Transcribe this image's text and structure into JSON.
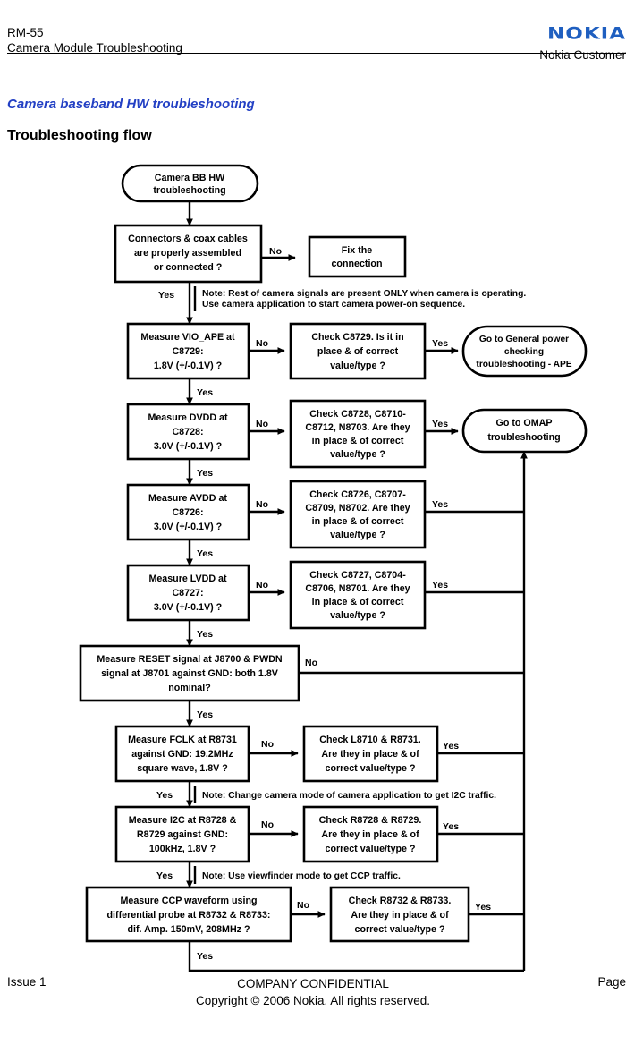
{
  "header": {
    "doc_code": "RM-55",
    "doc_title": "Camera Module Troubleshooting",
    "brand": "NOKIA",
    "org": "Nokia Customer"
  },
  "headings": {
    "section": "Camera baseband HW troubleshooting",
    "subsection": "Troubleshooting flow"
  },
  "colors": {
    "brand_blue": "#1f5fc0",
    "heading_blue": "#2340c4",
    "line": "#000000",
    "box_fill": "#ffffff"
  },
  "footer": {
    "issue": "Issue 1",
    "confidential": "COMPANY CONFIDENTIAL",
    "copyright": "Copyright © 2006 Nokia. All rights reserved.",
    "page": "Page"
  },
  "flow": {
    "start": {
      "line1": "Camera BB HW",
      "line2": "troubleshooting"
    },
    "terminals": [
      {
        "id": "gen-power",
        "lines": [
          "Go to General power",
          "checking",
          "troubleshooting - APE"
        ]
      },
      {
        "id": "omap",
        "lines": [
          "Go to OMAP",
          "troubleshooting"
        ]
      }
    ],
    "notes": [
      {
        "id": "note-signals",
        "lines": [
          "Note: Rest of camera signals are present ONLY when camera is operating.",
          "Use camera application to start camera power-on sequence."
        ]
      },
      {
        "id": "note-i2c",
        "lines": [
          "Note: Change camera mode of camera application to get I2C traffic."
        ]
      },
      {
        "id": "note-ccp",
        "lines": [
          "Note: Use viewfinder mode to get CCP traffic."
        ]
      }
    ],
    "edge_labels": {
      "yes": "Yes",
      "no": "No"
    },
    "rows": [
      {
        "id": "connectors",
        "measure": [
          "Connectors & coax cables",
          "are properly assembled",
          "or connected ?"
        ],
        "check": [
          "Fix the",
          "connection"
        ],
        "no_label": "No",
        "yes_label": "Yes"
      },
      {
        "id": "vio-ape",
        "measure": [
          "Measure VIO_APE at",
          "C8729:",
          "1.8V (+/-0.1V) ?"
        ],
        "check": [
          "Check C8729. Is it in",
          "place & of correct",
          "value/type ?"
        ],
        "no_label": "No",
        "yes_label": "Yes",
        "check_yes_label": "Yes"
      },
      {
        "id": "dvdd",
        "measure": [
          "Measure DVDD at",
          "C8728:",
          "3.0V (+/-0.1V) ?"
        ],
        "check": [
          "Check C8728, C8710-",
          "C8712, N8703. Are they",
          "in place & of correct",
          "value/type ?"
        ],
        "no_label": "No",
        "yes_label": "Yes",
        "check_yes_label": "Yes"
      },
      {
        "id": "avdd",
        "measure": [
          "Measure AVDD at",
          "C8726:",
          "3.0V (+/-0.1V) ?"
        ],
        "check": [
          "Check C8726, C8707-",
          "C8709, N8702. Are they",
          "in place & of correct",
          "value/type ?"
        ],
        "no_label": "No",
        "yes_label": "Yes",
        "check_yes_label": "Yes"
      },
      {
        "id": "lvdd",
        "measure": [
          "Measure LVDD at",
          "C8727:",
          "3.0V (+/-0.1V) ?"
        ],
        "check": [
          "Check C8727, C8704-",
          "C8706, N8701. Are they",
          "in place & of correct",
          "value/type ?"
        ],
        "no_label": "No",
        "yes_label": "Yes",
        "check_yes_label": "Yes"
      },
      {
        "id": "reset-pwdn",
        "measure": [
          "Measure RESET signal at J8700 & PWDN",
          "signal at J8701 against GND: both 1.8V",
          "nominal?"
        ],
        "check": [],
        "no_label": "No",
        "yes_label": "Yes"
      },
      {
        "id": "fclk",
        "measure": [
          "Measure FCLK at R8731",
          "against GND: 19.2MHz",
          "square wave, 1.8V ?"
        ],
        "check": [
          "Check L8710 & R8731.",
          "Are they in place & of",
          "correct value/type ?"
        ],
        "no_label": "No",
        "yes_label": "Yes",
        "check_yes_label": "Yes"
      },
      {
        "id": "i2c",
        "measure": [
          "Measure I2C at R8728 &",
          "R8729 against GND:",
          "100kHz, 1.8V ?"
        ],
        "check": [
          "Check R8728 & R8729.",
          "Are they in place & of",
          "correct value/type ?"
        ],
        "no_label": "No",
        "yes_label": "Yes",
        "check_yes_label": "Yes"
      },
      {
        "id": "ccp",
        "measure": [
          "Measure CCP waveform using",
          "differential probe at R8732 & R8733:",
          "dif. Amp. 150mV, 208MHz ?"
        ],
        "check": [
          "Check R8732 & R8733.",
          "Are they in place & of",
          "correct value/type ?"
        ],
        "no_label": "No",
        "yes_label": "Yes",
        "check_yes_label": "Yes"
      }
    ]
  }
}
